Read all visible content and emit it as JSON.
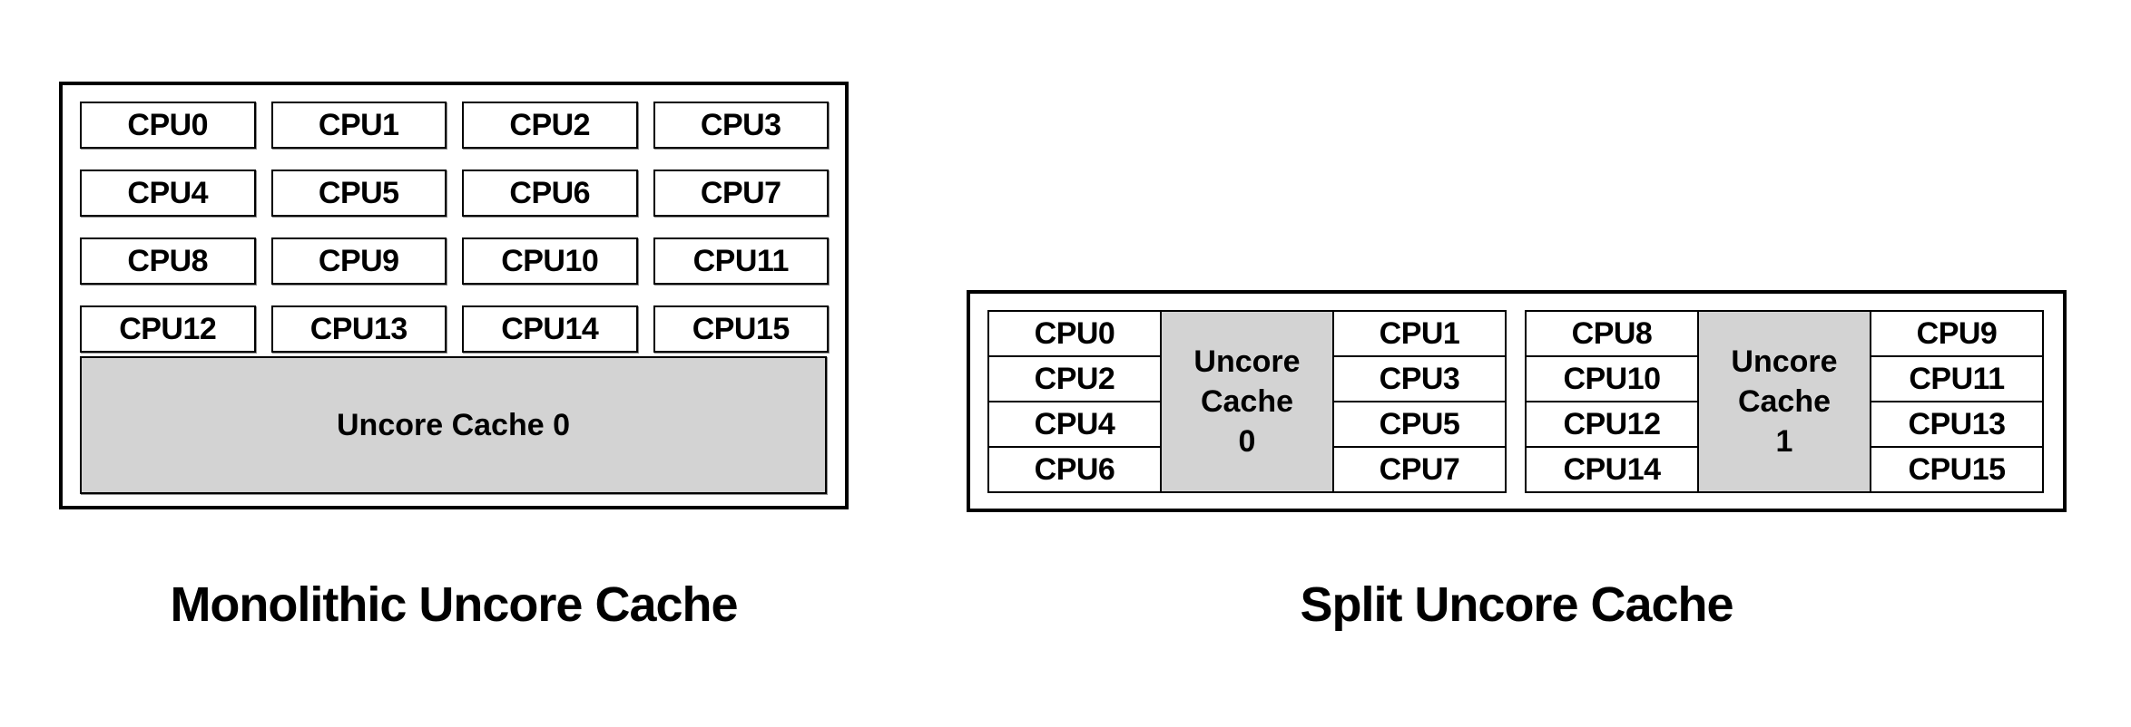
{
  "colors": {
    "background": "#ffffff",
    "border": "#000000",
    "text": "#000000",
    "cache_fill": "#d3d3d3"
  },
  "monolithic": {
    "caption": "Monolithic Uncore Cache",
    "cpu_labels": [
      "CPU0",
      "CPU1",
      "CPU2",
      "CPU3",
      "CPU4",
      "CPU5",
      "CPU6",
      "CPU7",
      "CPU8",
      "CPU9",
      "CPU10",
      "CPU11",
      "CPU12",
      "CPU13",
      "CPU14",
      "CPU15"
    ],
    "cache_label": "Uncore Cache 0"
  },
  "split": {
    "caption": "Split Uncore Cache",
    "groups": [
      {
        "left_cpus": [
          "CPU0",
          "CPU2",
          "CPU4",
          "CPU6"
        ],
        "cache_lines": [
          "Uncore",
          "Cache",
          "0"
        ],
        "right_cpus": [
          "CPU1",
          "CPU3",
          "CPU5",
          "CPU7"
        ]
      },
      {
        "left_cpus": [
          "CPU8",
          "CPU10",
          "CPU12",
          "CPU14"
        ],
        "cache_lines": [
          "Uncore",
          "Cache",
          "1"
        ],
        "right_cpus": [
          "CPU9",
          "CPU11",
          "CPU13",
          "CPU15"
        ]
      }
    ]
  }
}
